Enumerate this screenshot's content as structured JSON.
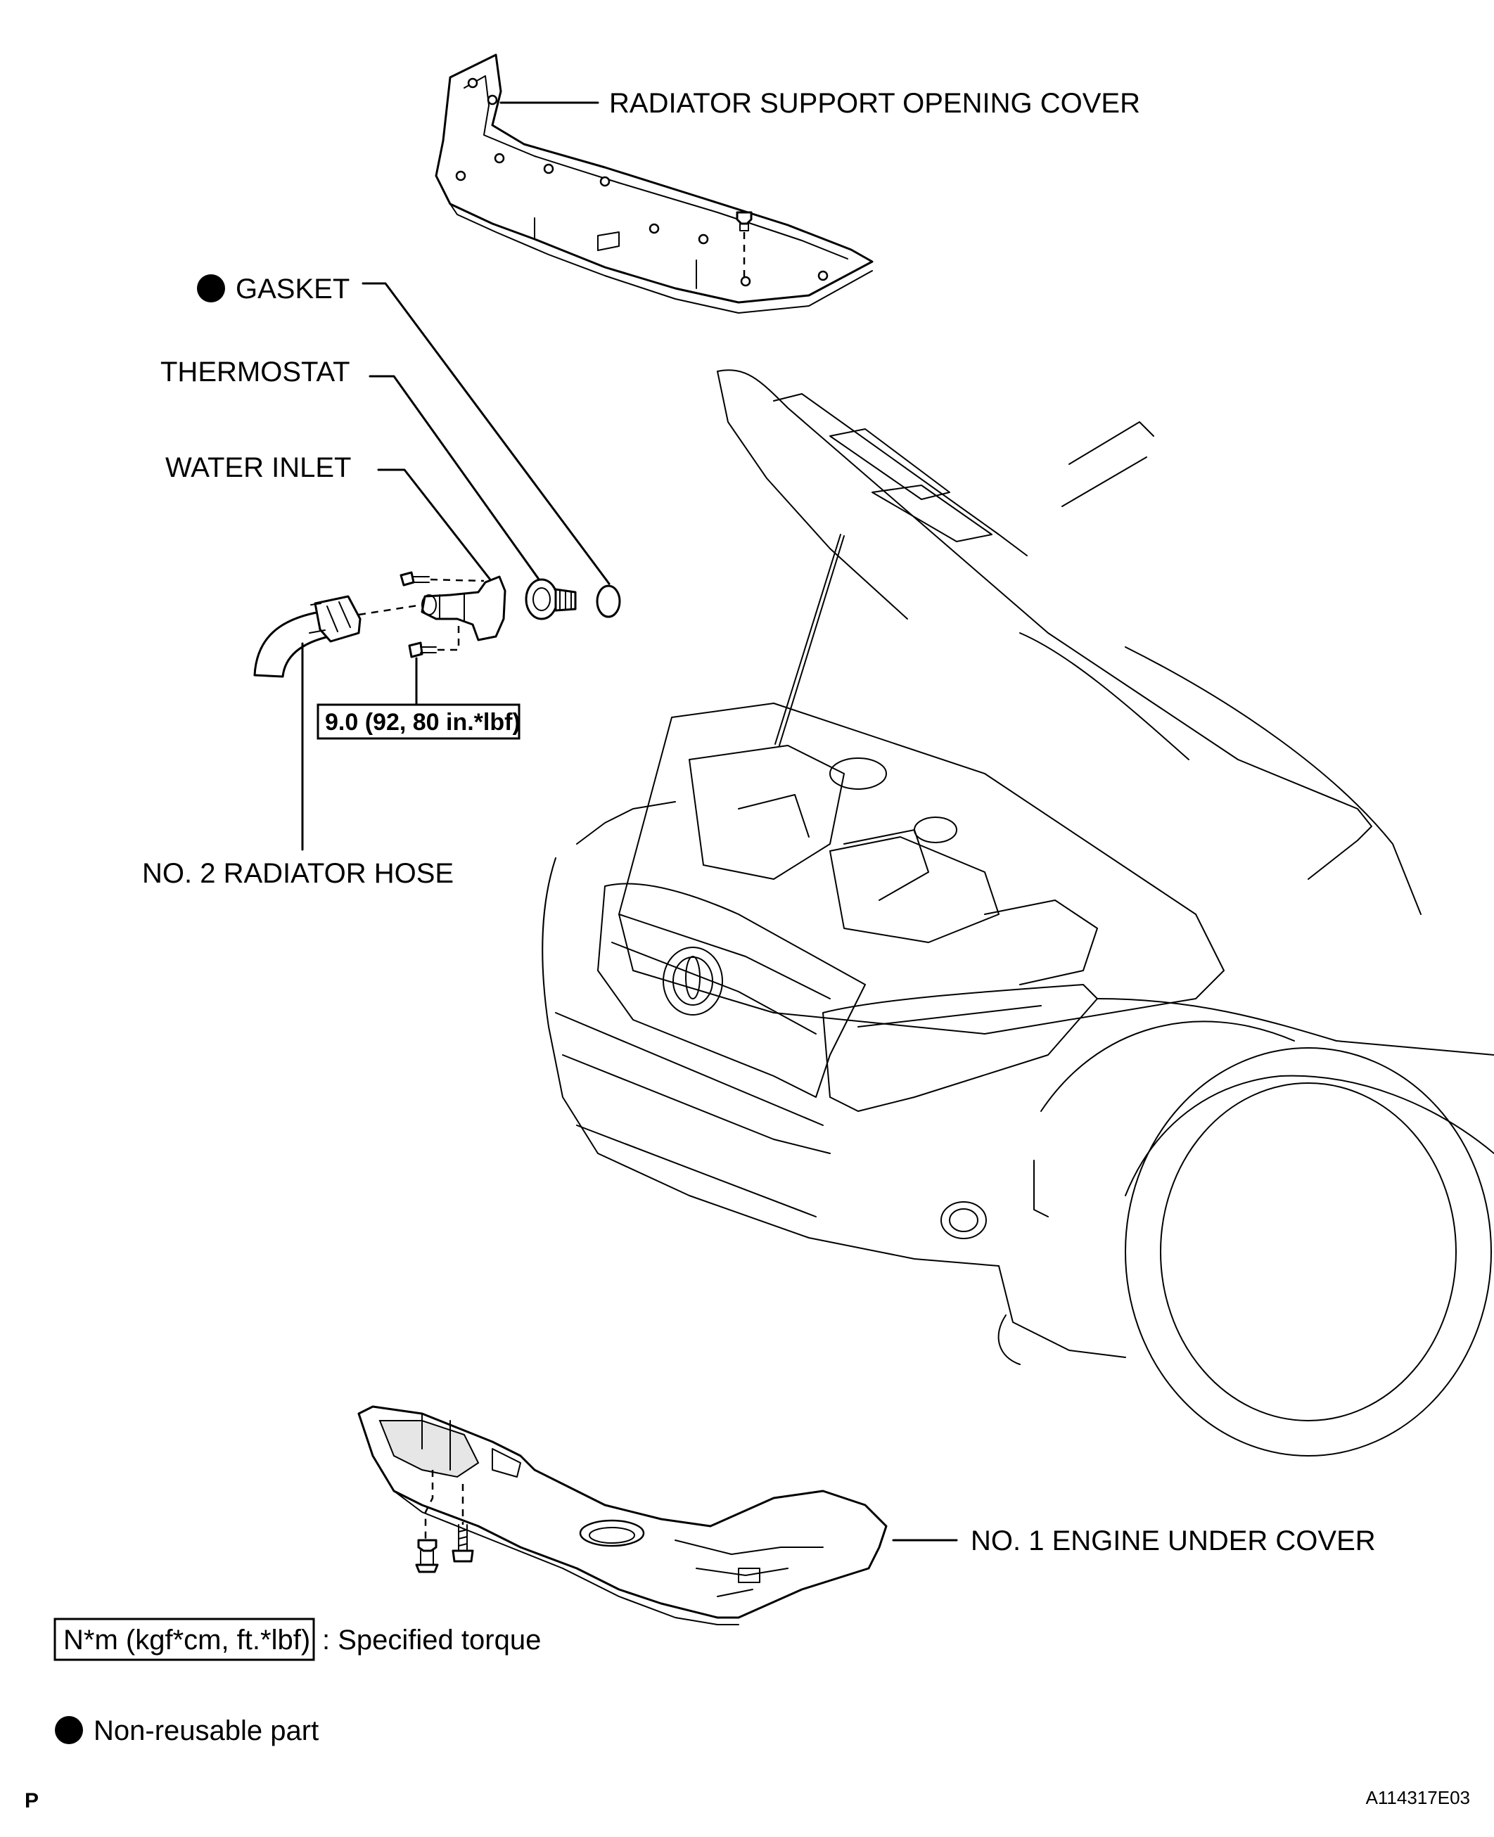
{
  "labels": {
    "radiator_support_opening_cover": "RADIATOR SUPPORT OPENING COVER",
    "gasket": "GASKET",
    "thermostat": "THERMOSTAT",
    "water_inlet": "WATER INLET",
    "torque_spec": "9.0 (92, 80 in.*lbf)",
    "no2_radiator_hose": "NO. 2 RADIATOR HOSE",
    "no1_engine_under_cover": "NO. 1 ENGINE UNDER COVER"
  },
  "legend": {
    "torque_box": "N*m (kgf*cm, ft.*lbf)",
    "torque_text": ": Specified torque",
    "nonreusable_text": "Non-reusable part"
  },
  "footer": {
    "left_code": "P",
    "figure_id": "A114317E03"
  },
  "icons": {
    "nonreusable_marker": "filled-circle-icon"
  }
}
